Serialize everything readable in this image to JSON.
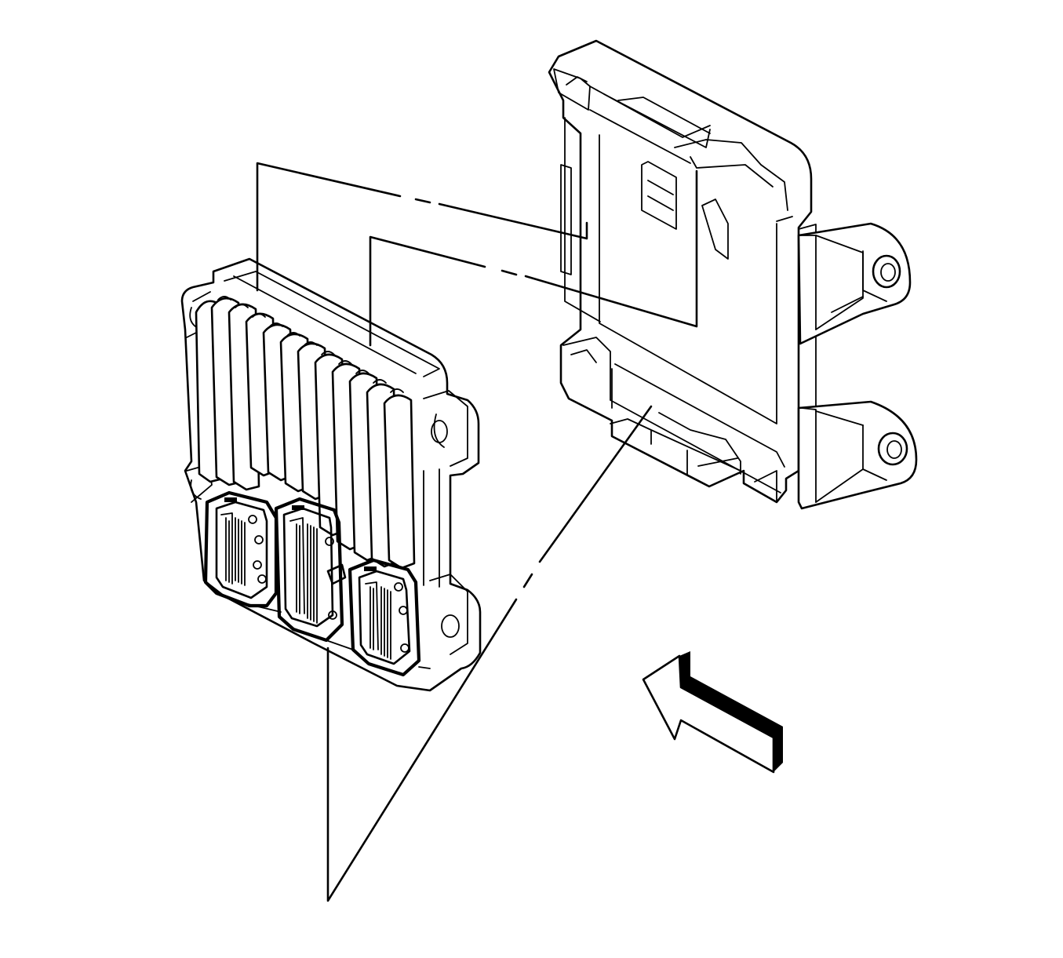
{
  "diagram": {
    "parts": [
      {
        "id": "control-module",
        "kind": "finned-electronic-module",
        "connector_count": 3
      },
      {
        "id": "mounting-bracket",
        "kind": "bracket",
        "mounting_holes": 2
      }
    ],
    "callouts": [
      {
        "id": "alignment-line-upper",
        "style": "dash-dot"
      },
      {
        "id": "alignment-line-lower",
        "style": "dash-dot"
      },
      {
        "id": "callout-leader",
        "style": "dash-dot",
        "label": ""
      }
    ],
    "view_arrow": {
      "icon": "view-direction-arrow-icon",
      "meaning": "view direction"
    },
    "colors": {
      "line": "#000000",
      "background": "#ffffff"
    }
  }
}
